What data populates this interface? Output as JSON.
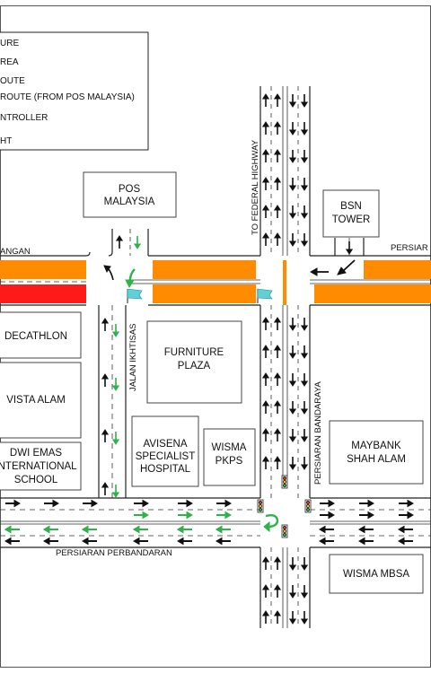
{
  "legend": {
    "items": [
      "URE",
      "REA",
      "OUTE",
      "ROUTE (FROM POS MALAYSIA)",
      "NTROLLER",
      "HT"
    ]
  },
  "buildings": {
    "pos_malaysia": [
      "POS",
      "MALAYSIA"
    ],
    "bsn_tower": [
      "BSN",
      "TOWER"
    ],
    "decathlon": [
      "DECATHLON"
    ],
    "vista_alam": [
      "VISTA ALAM"
    ],
    "dwi_emas": [
      "DWI EMAS",
      "INTERNATIONAL",
      "SCHOOL"
    ],
    "furniture_plaza": [
      "FURNITURE",
      "PLAZA"
    ],
    "avisena": [
      "AVISENA",
      "SPECIALIST",
      "HOSPITAL"
    ],
    "wisma_pkps": [
      "WISMA",
      "PKPS"
    ],
    "maybank": [
      "MAYBANK",
      "SHAH ALAM"
    ],
    "wisma_mbsa": [
      "WISMA MBSA"
    ]
  },
  "roads": {
    "federal": "TO FEDERAL HIGHWAY",
    "ikhtisas": "JALAN IKHTISAS",
    "bandaraya": "PERSIARAN BANDARAYA",
    "perbandaran": "PERSIARAN PERBANDARAN",
    "top_left": "ANGAN",
    "top_right": "PERSIAR"
  },
  "colors": {
    "closure": "#ff8c00",
    "affected_area": "#ff1a1a",
    "route_arrow": "#111111",
    "alt_route_arrow": "#2db34a",
    "flag": "#5fd0d8",
    "road_line": "#222222"
  },
  "icons": {
    "arrow": "arrow-icon",
    "alt_arrow": "diversion-arrow-icon",
    "traffic_light": "traffic-light-icon",
    "flag": "marshal-flag-icon"
  }
}
